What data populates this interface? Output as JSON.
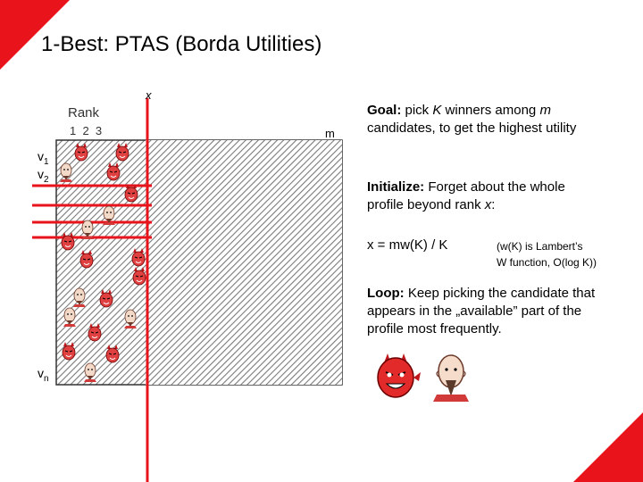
{
  "slide": {
    "title": "1-Best: PTAS (Borda Utilities)"
  },
  "diagram": {
    "rank_label": "Rank",
    "rank_numbers": "1  2  3",
    "x_label": "x",
    "m_label": "m",
    "voter_labels": [
      {
        "base": "v",
        "sub": "1"
      },
      {
        "base": "v",
        "sub": "2"
      },
      {
        "base": "v",
        "sub": "n"
      }
    ],
    "colors": {
      "accent": "#e8131b",
      "hatch": "#7a7a7a"
    }
  },
  "text": {
    "goal_bold": "Goal:",
    "goal_rest_1": " pick ",
    "goal_K": "K",
    "goal_rest_2": " winners among ",
    "goal_m": "m",
    "goal_line2": "candidates, to get the highest utility",
    "init_bold": "Initialize:",
    "init_rest": " Forget about the whole",
    "init_line2_a": "profile beyond rank ",
    "init_line2_x": "x",
    "init_line2_b": ":",
    "formula": "x = mw(K) / K",
    "note_line1": "(w(K) is Lambert’s",
    "note_line2": "W function, O(log K))",
    "loop_bold": "Loop:",
    "loop_rest": " Keep picking the candidate that",
    "loop_line2": "appears in the „available” part of the",
    "loop_line3": "profile most frequently."
  },
  "icons": [
    "devil-icon",
    "devil-icon-large",
    "bald-man-icon"
  ]
}
